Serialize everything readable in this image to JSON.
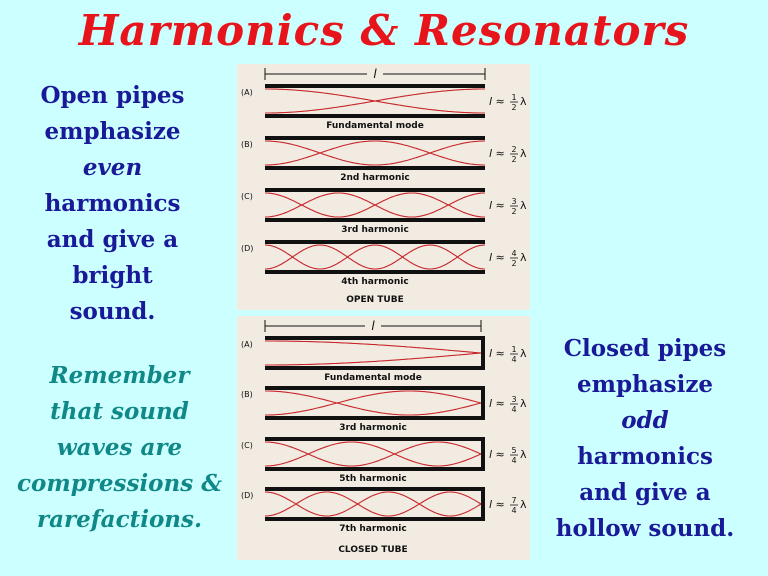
{
  "title": "Harmonics & Resonators",
  "left": {
    "line1": "Open pipes",
    "line2": "emphasize",
    "line3": "even",
    "line4": "harmonics",
    "line5": "and give a",
    "line6": "bright",
    "line7": "sound."
  },
  "remember": {
    "line1": "Remember",
    "line2": "that sound",
    "line3": "waves are",
    "line4": "compressions &",
    "line5": "rarefactions."
  },
  "right": {
    "line1": "Closed pipes",
    "line2": "emphasize",
    "line3": "odd",
    "line4": "harmonics",
    "line5": "and give a",
    "line6": "hollow sound."
  },
  "open_tube": {
    "length_symbol": "l",
    "footer": "OPEN TUBE",
    "modes": [
      {
        "letter": "(A)",
        "label": "Fundamental mode",
        "formula_prefix": "l ≈",
        "num": "1",
        "den": "2",
        "suffix": "λ",
        "loops": 1
      },
      {
        "letter": "(B)",
        "label": "2nd harmonic",
        "formula_prefix": "l ≈",
        "num": "2",
        "den": "2",
        "suffix": "λ",
        "loops": 2
      },
      {
        "letter": "(C)",
        "label": "3rd harmonic",
        "formula_prefix": "l ≈",
        "num": "3",
        "den": "2",
        "suffix": "λ",
        "loops": 3
      },
      {
        "letter": "(D)",
        "label": "4th harmonic",
        "formula_prefix": "l ≈",
        "num": "4",
        "den": "2",
        "suffix": "λ",
        "loops": 4
      }
    ]
  },
  "closed_tube": {
    "length_symbol": "l",
    "footer": "CLOSED TUBE",
    "modes": [
      {
        "letter": "(A)",
        "label": "Fundamental mode",
        "formula_prefix": "l ≈",
        "num": "1",
        "den": "4",
        "suffix": "λ",
        "quarters": 1
      },
      {
        "letter": "(B)",
        "label": "3rd harmonic",
        "formula_prefix": "l ≈",
        "num": "3",
        "den": "4",
        "suffix": "λ",
        "quarters": 3
      },
      {
        "letter": "(C)",
        "label": "5th harmonic",
        "formula_prefix": "l ≈",
        "num": "5",
        "den": "4",
        "suffix": "λ",
        "quarters": 5
      },
      {
        "letter": "(D)",
        "label": "7th harmonic",
        "formula_prefix": "l ≈",
        "num": "7",
        "den": "4",
        "suffix": "λ",
        "quarters": 7
      }
    ]
  },
  "colors": {
    "title": "#e8141c",
    "body_text": "#1a1a99",
    "remember_text": "#118888",
    "wave": "#c8262a",
    "tube": "#111111"
  }
}
